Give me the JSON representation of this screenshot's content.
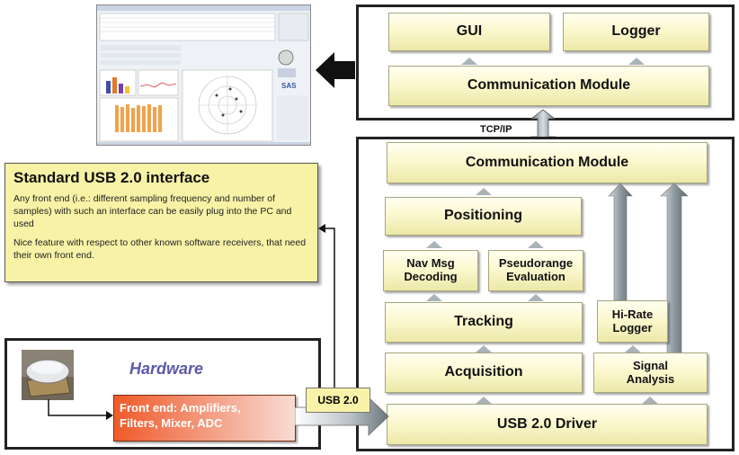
{
  "top_stack": {
    "gui": "GUI",
    "logger": "Logger",
    "comm_module": "Communication Module"
  },
  "link_label": "TCP/IP",
  "receiver_stack": {
    "comm_module": "Communication Module",
    "positioning": "Positioning",
    "nav_msg": [
      "Nav Msg",
      "Decoding"
    ],
    "pseudorange": [
      "Pseudorange",
      "Evaluation"
    ],
    "tracking": "Tracking",
    "hirate": [
      "Hi-Rate",
      "Logger"
    ],
    "acquisition": "Acquisition",
    "signal_analysis": [
      "Signal",
      "Analysis"
    ],
    "usb_driver": "USB 2.0 Driver"
  },
  "usb_info": {
    "title": "Standard USB 2.0 interface",
    "text1": "Any front end (i.e.: different sampling frequency and number of samples) with such an interface can be easily plug into the PC and used",
    "text2": "Nice feature with respect to other known software receivers, that need their own front end."
  },
  "hardware": {
    "title": "Hardware",
    "front_end": [
      "Front end: Amplifiers,",
      "Filters, Mixer, ADC"
    ]
  },
  "usb_label": "USB 2.0",
  "colors": {
    "box_fill": "#fbf8cf",
    "info_fill": "#f7f2a6",
    "front_end": "#ef5a2a",
    "hardware_title": "#5c5aa8",
    "arrow_grey": "#a9b3b8"
  }
}
